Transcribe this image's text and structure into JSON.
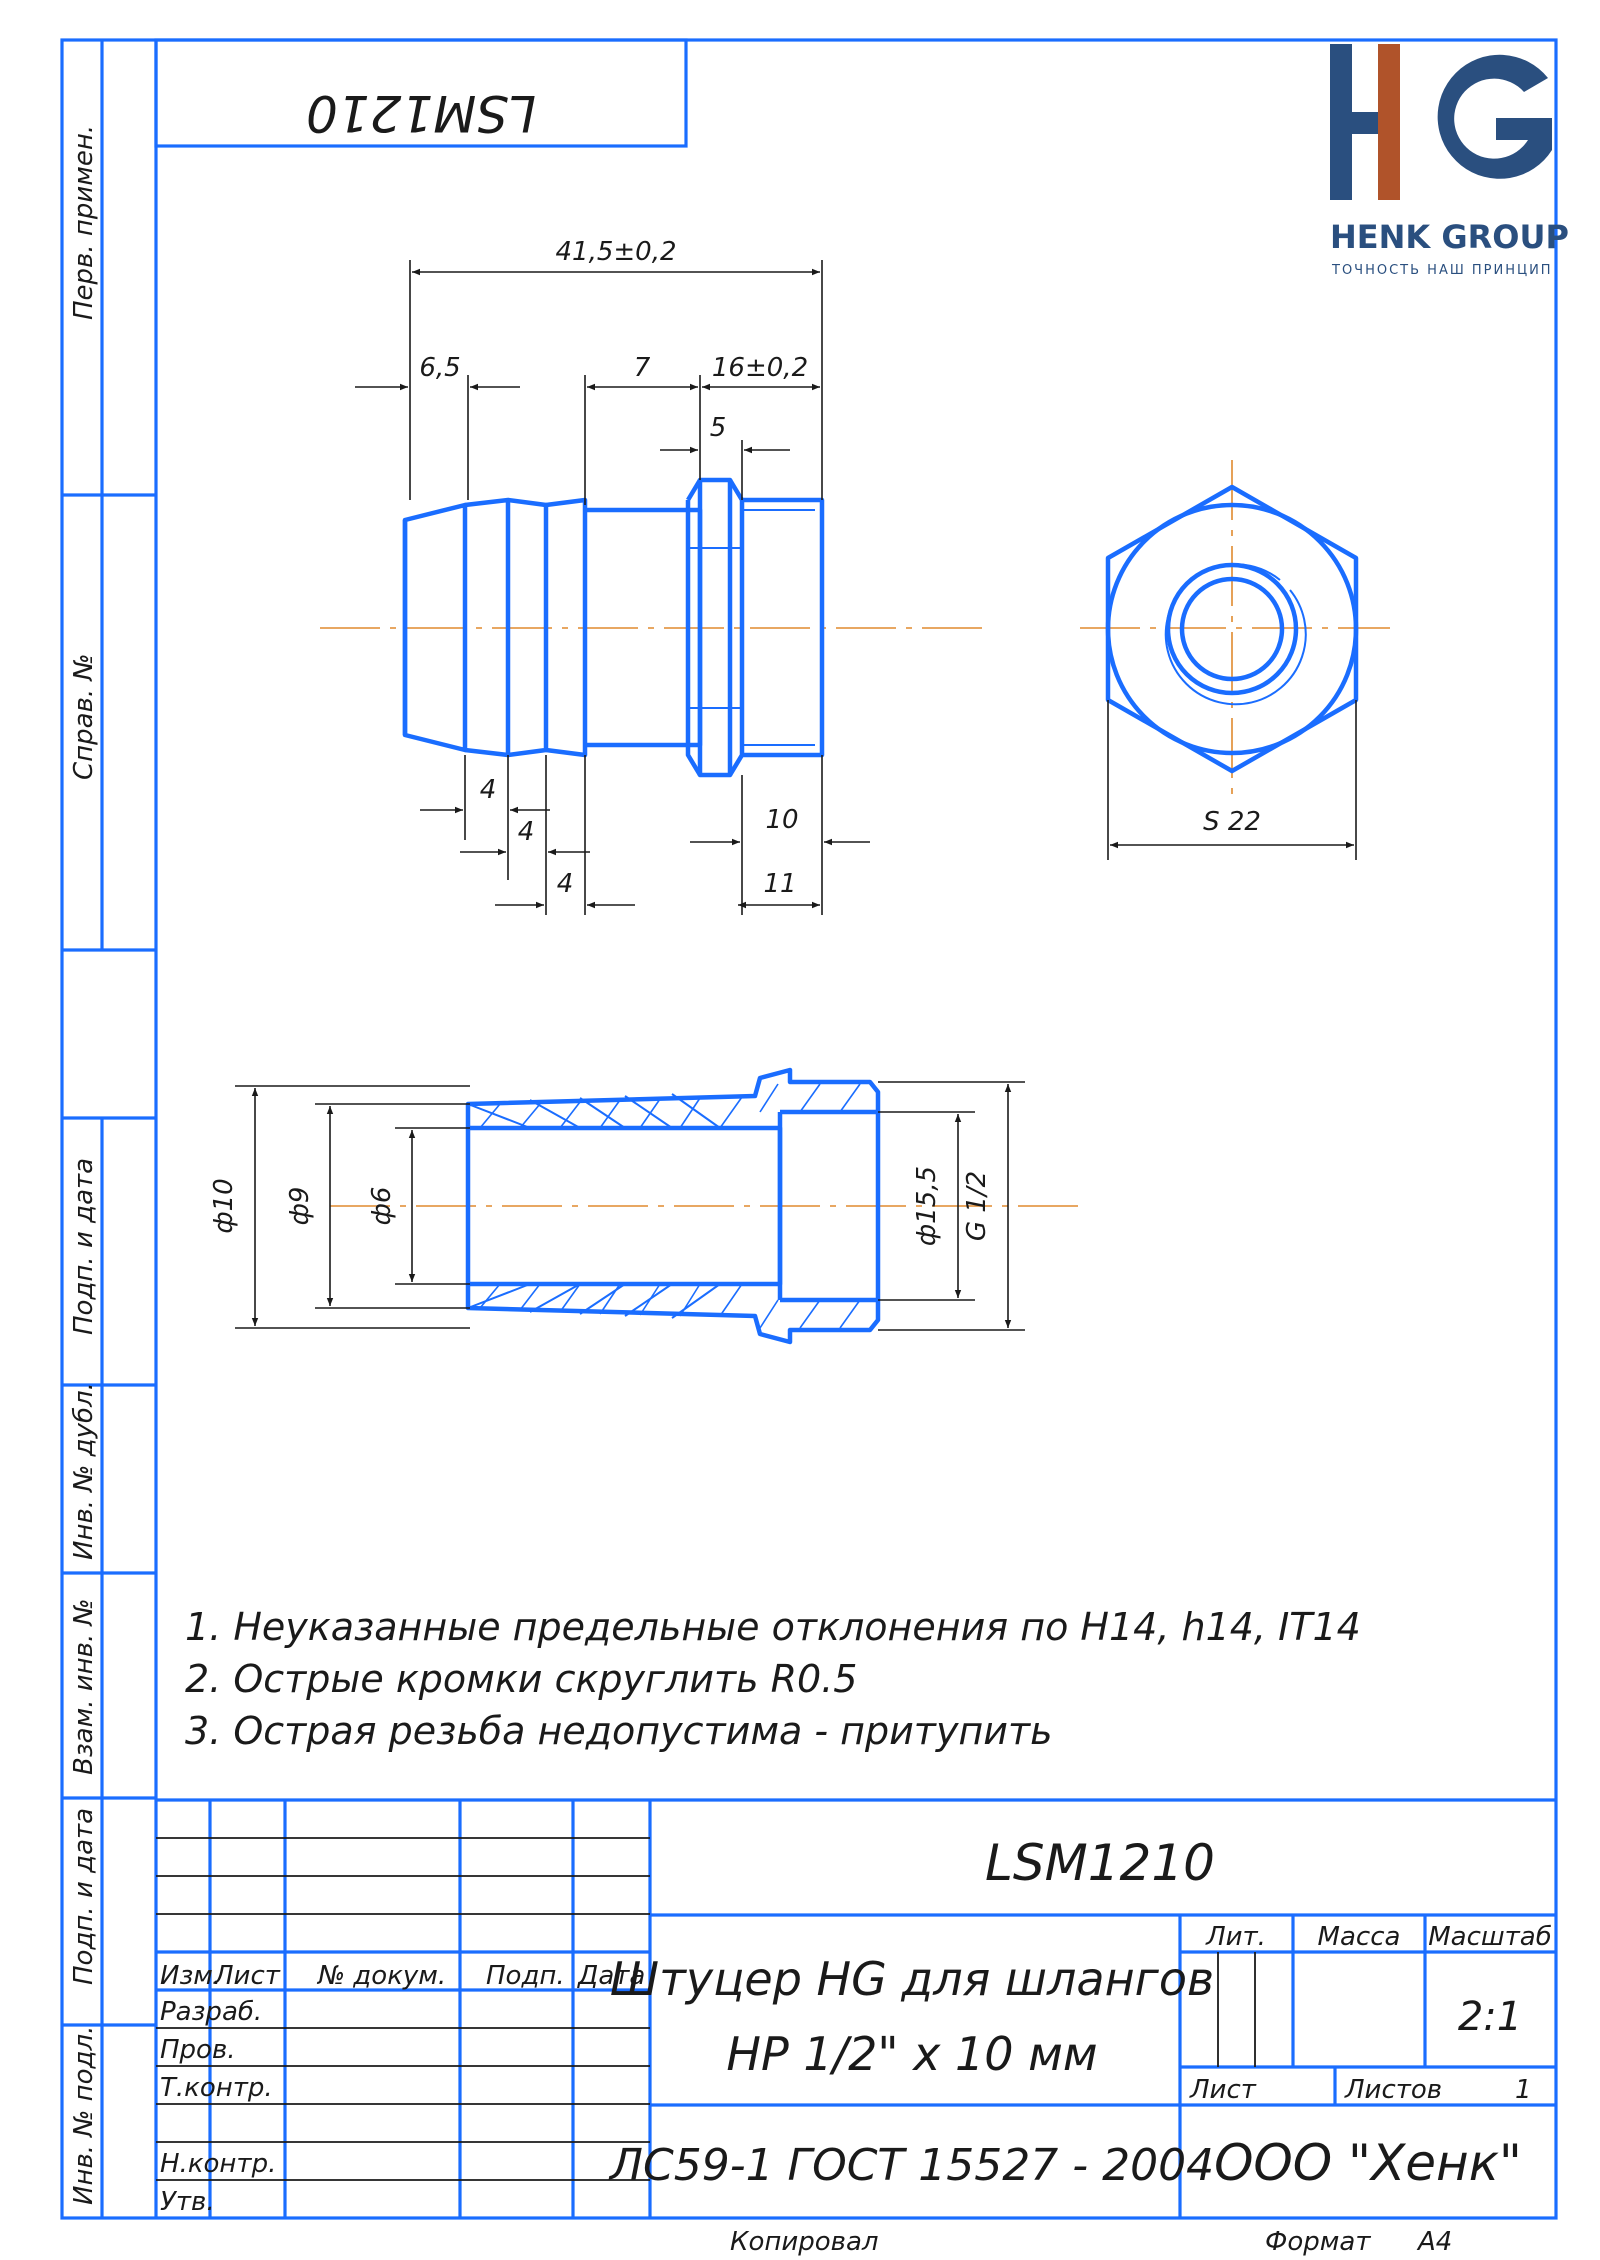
{
  "drawing": {
    "code_top": "LSM1210",
    "code": "LSM1210",
    "title_line1": "Штуцер HG для шлангов",
    "title_line2": "НР 1/2\" х 10 мм",
    "material": "ЛС59-1 ГОСТ 15527 - 2004",
    "company": "ООО \"Хенк\"",
    "scale": "2:1",
    "sheets_total": "1"
  },
  "logo": {
    "letters": "HG",
    "name": "HENK GROUP",
    "slogan": "ТОЧНОСТЬ НАШ ПРИНЦИП",
    "color_primary": "#2a4f7f",
    "color_accent": "#b0532a"
  },
  "side_labels": {
    "perv_primen": "Перв. примен.",
    "sprav_no": "Справ. №",
    "podp_data_1": "Подп. и дата",
    "inv_dubl": "Инв. № дубл.",
    "vzam_inv": "Взам. инв. №",
    "podp_data_2": "Подп. и дата",
    "inv_podl": "Инв. № подл."
  },
  "title_block": {
    "izm": "Изм.",
    "list": "Лист",
    "no_dokum": "№ докум.",
    "podp": "Подп.",
    "data": "Дата",
    "razrab": "Разраб.",
    "prov": "Пров.",
    "tkontr": "Т.контр.",
    "nkontr": "Н.контр.",
    "utv": "Утв.",
    "lit": "Лит.",
    "massa": "Масса",
    "masshtab": "Масштаб",
    "list2": "Лист",
    "listov": "Листов",
    "kopiroval": "Копировал",
    "format": "Формат",
    "format_value": "А4"
  },
  "notes": [
    "1. Неуказанные предельные отклонения по H14, h14, IT14",
    "2. Острые кромки скруглить R0.5",
    "3. Острая резьба недопустима - притупить"
  ],
  "dimensions": {
    "overall": "41,5±0,2",
    "d65": "6,5",
    "d7": "7",
    "d16": "16±0,2",
    "d5": "5",
    "d4a": "4",
    "d4b": "4",
    "d4c": "4",
    "d10": "10",
    "d11": "11",
    "s22": "S 22",
    "phi10": "ф10",
    "phi9": "ф9",
    "phi6": "ф6",
    "phi155": "ф15,5",
    "g12": "G 1/2"
  }
}
